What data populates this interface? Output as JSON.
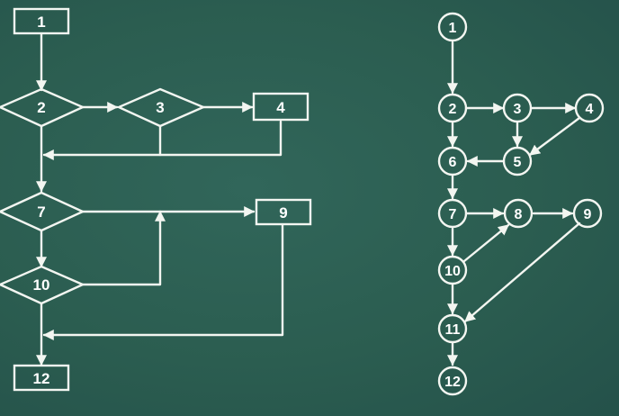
{
  "flowchart": {
    "boxes": {
      "b1": "1",
      "b4": "4",
      "b9": "9",
      "b12": "12"
    },
    "diamonds": {
      "d2": "2",
      "d3": "3",
      "d7": "7",
      "d10": "10"
    }
  },
  "flowgraph": {
    "nodes": {
      "n1": "1",
      "n2": "2",
      "n3": "3",
      "n4": "4",
      "n5": "5",
      "n6": "6",
      "n7": "7",
      "n8": "8",
      "n9": "9",
      "n10": "10",
      "n11": "11",
      "n12": "12"
    }
  }
}
